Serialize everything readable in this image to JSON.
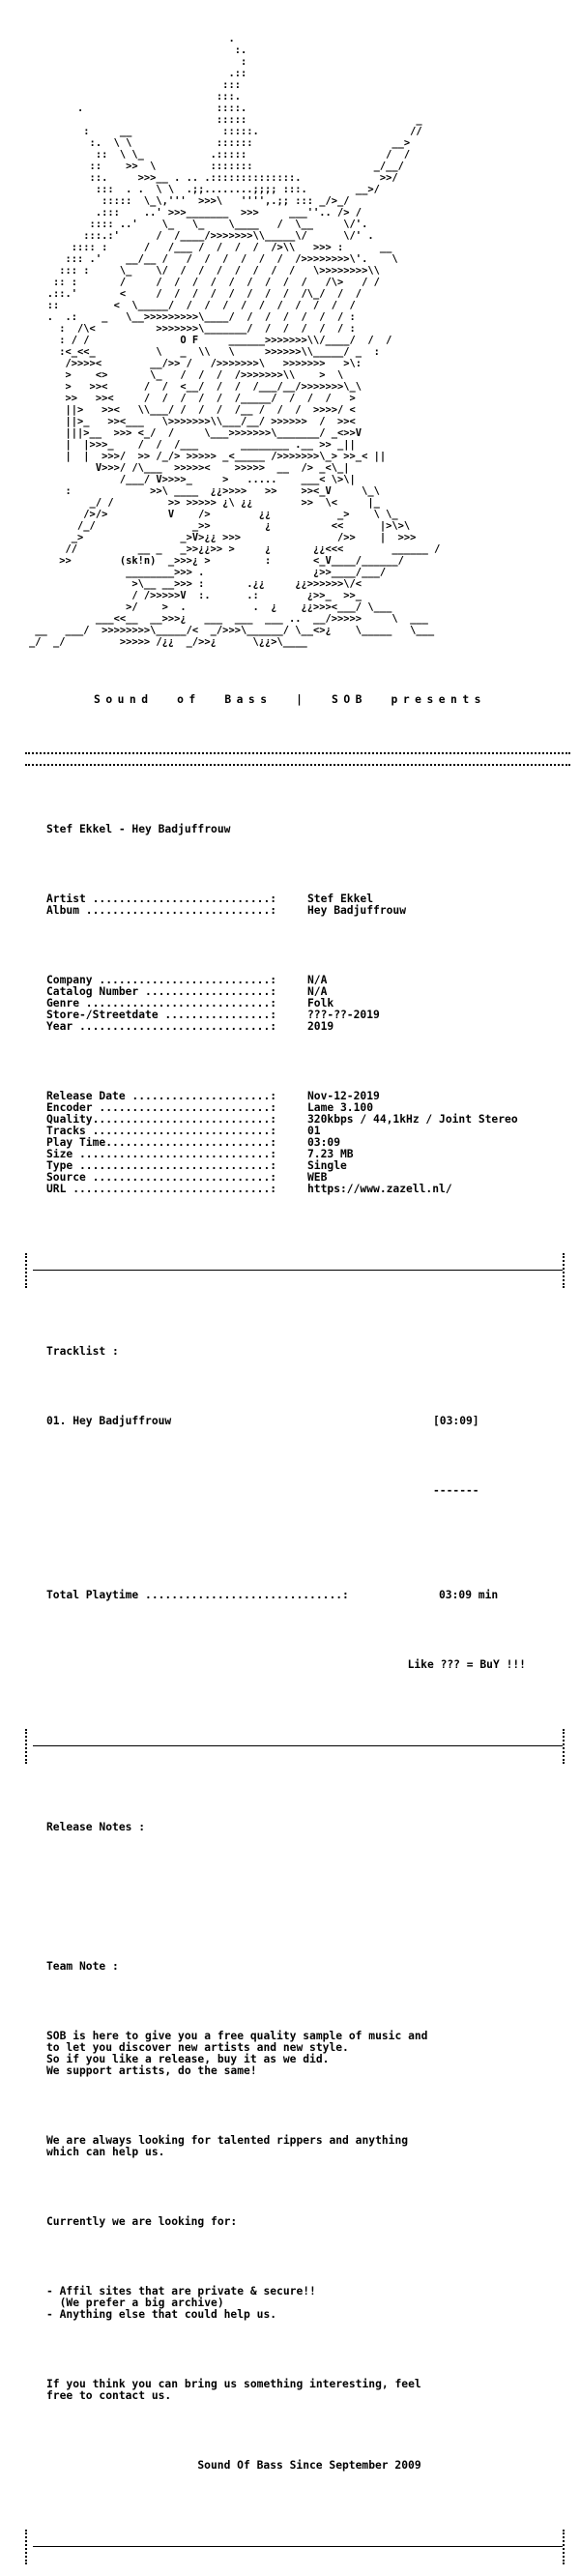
{
  "art_lines": [
    "                                 .",
    "                                  :.",
    "                                   :",
    "                                 .::",
    "                                :::",
    "                               :::.",
    "        .                      ::::.",
    "                               :::::                            _",
    "         :     __               :::::.                         //",
    "          :.  \\ \\              ::::::                       __>",
    "           ::  \\ \\_           .:::::                       /  /",
    "          ::    >>  \\         :::::::                    _/__/",
    "          ::.     >>>__ . .. .::::::::::::::.             >>/",
    "           :::  . .  \\ \\  .;;........;;;; :::.        __>/",
    "            :::::  \\_\\,'''  >>>\\   '''',.;; ::: _/>_/",
    "           .:::    ..' >>>_______  >>>     ___''.. /> /",
    "          :::: ..'    \\_   \\_    \\____   /  \\__     \\/'.",
    "         :::.:'      /  /____/>>>>>>>\\\\_____\\/      \\/' .",
    "       :::: :      /   /___ /  /  /  /  />\\\\   >>> :      __",
    "      ::: .'    __/__ /   /  /  /  /  /  /  />>>>>>>>\\'.    \\",
    "     ::: :     \\_    \\/  /  /  /  /  /  /  /   \\>>>>>>>>\\\\",
    "    :: :       /     /  /  /  /  /  /  /  /  /   /\\>   / /",
    "   .::.'       <     /  /  /  /  /  /  /  /  /\\_/  /  /",
    "   ::         <  \\_____/  /  /  /  /  /  /  /  /  /  /",
    "   .  .:    _   \\__>>>>>>>>>\\____/  /  /  /  /  /  / :",
    "     :  /\\<          >>>>>>>\\_______/  /  /  /  /  / :",
    "     : / /               O F     ______>>>>>>>\\\\/____/  /  /",
    "     :<_<<_          \\   _  \\\\   \\     >>>>>>\\\\_____/ _  :",
    "      />>>><        __/>> /   />>>>>>>\\   >>>>>>>   >\\:",
    "      >    <>       \\_   /  /  /  />>>>>>>\\\\    >  \\",
    "      >   >><      /  /  <__/  /  /  /___/__/>>>>>>>\\_\\",
    "      >>   >><     /  /  /  /  /  /_____/  /  /  /   >",
    "      ||>   >><   \\\\___/ /  /  /  /__ /  /  /  >>>>/ <",
    "      ||>_   >><___   \\>>>>>>>\\\\___/__/ >>>>>>  /  >><",
    "      |||>__  >>> <_/  /     \\___>>>>>>>\\_______/ _<>>V",
    "      |  |>>>_    /  /  /___       ________ .__ >> _||",
    "      |  |  >>>/  >> /_/> >>>>> _<_____ />>>>>>>\\_> >>_< ||",
    "           V>>>/ /\\___  >>>>><    >>>>>  __  /> _<\\_|",
    "               /___/ V>>>>_     >   .....    ___< \\>\\|",
    "      :             >>\\ ____  ¿¿>>>>   >>    >><_V     \\_\\",
    "          _/ /         >> >>>>> ¿\\ ¿¿        >>  \\<     |_",
    "         />/>          V    />        ¿¿           _>    \\ \\_",
    "        /_/                _>>         ¿          <<      |>\\>\\",
    "       _>                _>V>¿¿ >>>                />>    |  >>>",
    "      //          __ _   _>>¿¿>> >     ¿       ¿¿<<<        ______ /",
    "     >>        (sk!n)  _>>>¿ >         :       <_V____/______/",
    "                ________>>> .                  ¿>>____/___/",
    "                 >\\__ __>>> :       .¿¿     ¿¿>>>>>>\\/<",
    "                 / />>>>>V  :.      .:        ¿>>_  >>_",
    "                >/    >  .           .  ¿    ¿¿>>><___/ \\___",
    "           ___<<__  __>>>¿   ___  ___  ___ ..  __/>>>>>     \\  ___",
    " __   ___/  >>>>>>>>\\_____/<  _/>>>\\______/ \\__<>¿    \\_____   \\___",
    "_/  _/         >>>>> /¿¿  _/>>¿      \\¿¿>\\____"
  ],
  "presents": "Sound  of  Bass  |  SOB  presents",
  "release_title": "Stef Ekkel - Hey Badjuffrouw",
  "info_group1": [
    {
      "label": "Artist ...........................:",
      "value": "Stef Ekkel"
    },
    {
      "label": "Album ............................:",
      "value": "Hey Badjuffrouw"
    }
  ],
  "info_group2": [
    {
      "label": "Company ..........................:",
      "value": "N/A"
    },
    {
      "label": "Catalog Number ...................:",
      "value": "N/A"
    },
    {
      "label": "Genre ............................:",
      "value": "Folk"
    },
    {
      "label": "Store-/Streetdate ................:",
      "value": "???-??-2019"
    },
    {
      "label": "Year .............................:",
      "value": "2019"
    }
  ],
  "info_group3": [
    {
      "label": "Release Date .....................:",
      "value": "Nov-12-2019"
    },
    {
      "label": "Encoder ..........................:",
      "value": "Lame 3.100"
    },
    {
      "label": "Quality...........................:",
      "value": "320kbps / 44,1kHz / Joint Stereo"
    },
    {
      "label": "Tracks ...........................:",
      "value": "01"
    },
    {
      "label": "Play Time.........................:",
      "value": "03:09"
    },
    {
      "label": "Size .............................:",
      "value": "7.23 MB"
    },
    {
      "label": "Type .............................:",
      "value": "Single"
    },
    {
      "label": "Source ...........................:",
      "value": "WEB"
    },
    {
      "label": "URL ..............................:",
      "value": "https://www.zazell.nl/"
    }
  ],
  "tracklist_header": "Tracklist :",
  "tracks": [
    {
      "name": "01. Hey Badjuffrouw",
      "time": "[03:09]"
    }
  ],
  "track_dash": "-------",
  "total_label": "Total Playtime ..............................:",
  "total_value": "03:09 min",
  "buy_line": "Like ??? = BuY !!!",
  "release_notes_header": "Release Notes :",
  "team_note_header": "Team Note :",
  "team_note_p1": [
    "SOB is here to give you a free quality sample of music and",
    "to let you discover new artists and new style.",
    "So if you like a release, buy it as we did.",
    "We support artists, do the same!"
  ],
  "team_note_p2": [
    "We are always looking for talented rippers and anything",
    "which can help us."
  ],
  "team_note_p3": [
    "Currently we are looking for:"
  ],
  "team_note_p4": [
    "- Affil sites that are private & secure!!",
    "  (We prefer a big archive)",
    "- Anything else that could help us."
  ],
  "team_note_p5": [
    "If you think you can bring us something interesting, feel",
    "free to contact us."
  ],
  "footer": "Sound Of Bass Since September 2009"
}
